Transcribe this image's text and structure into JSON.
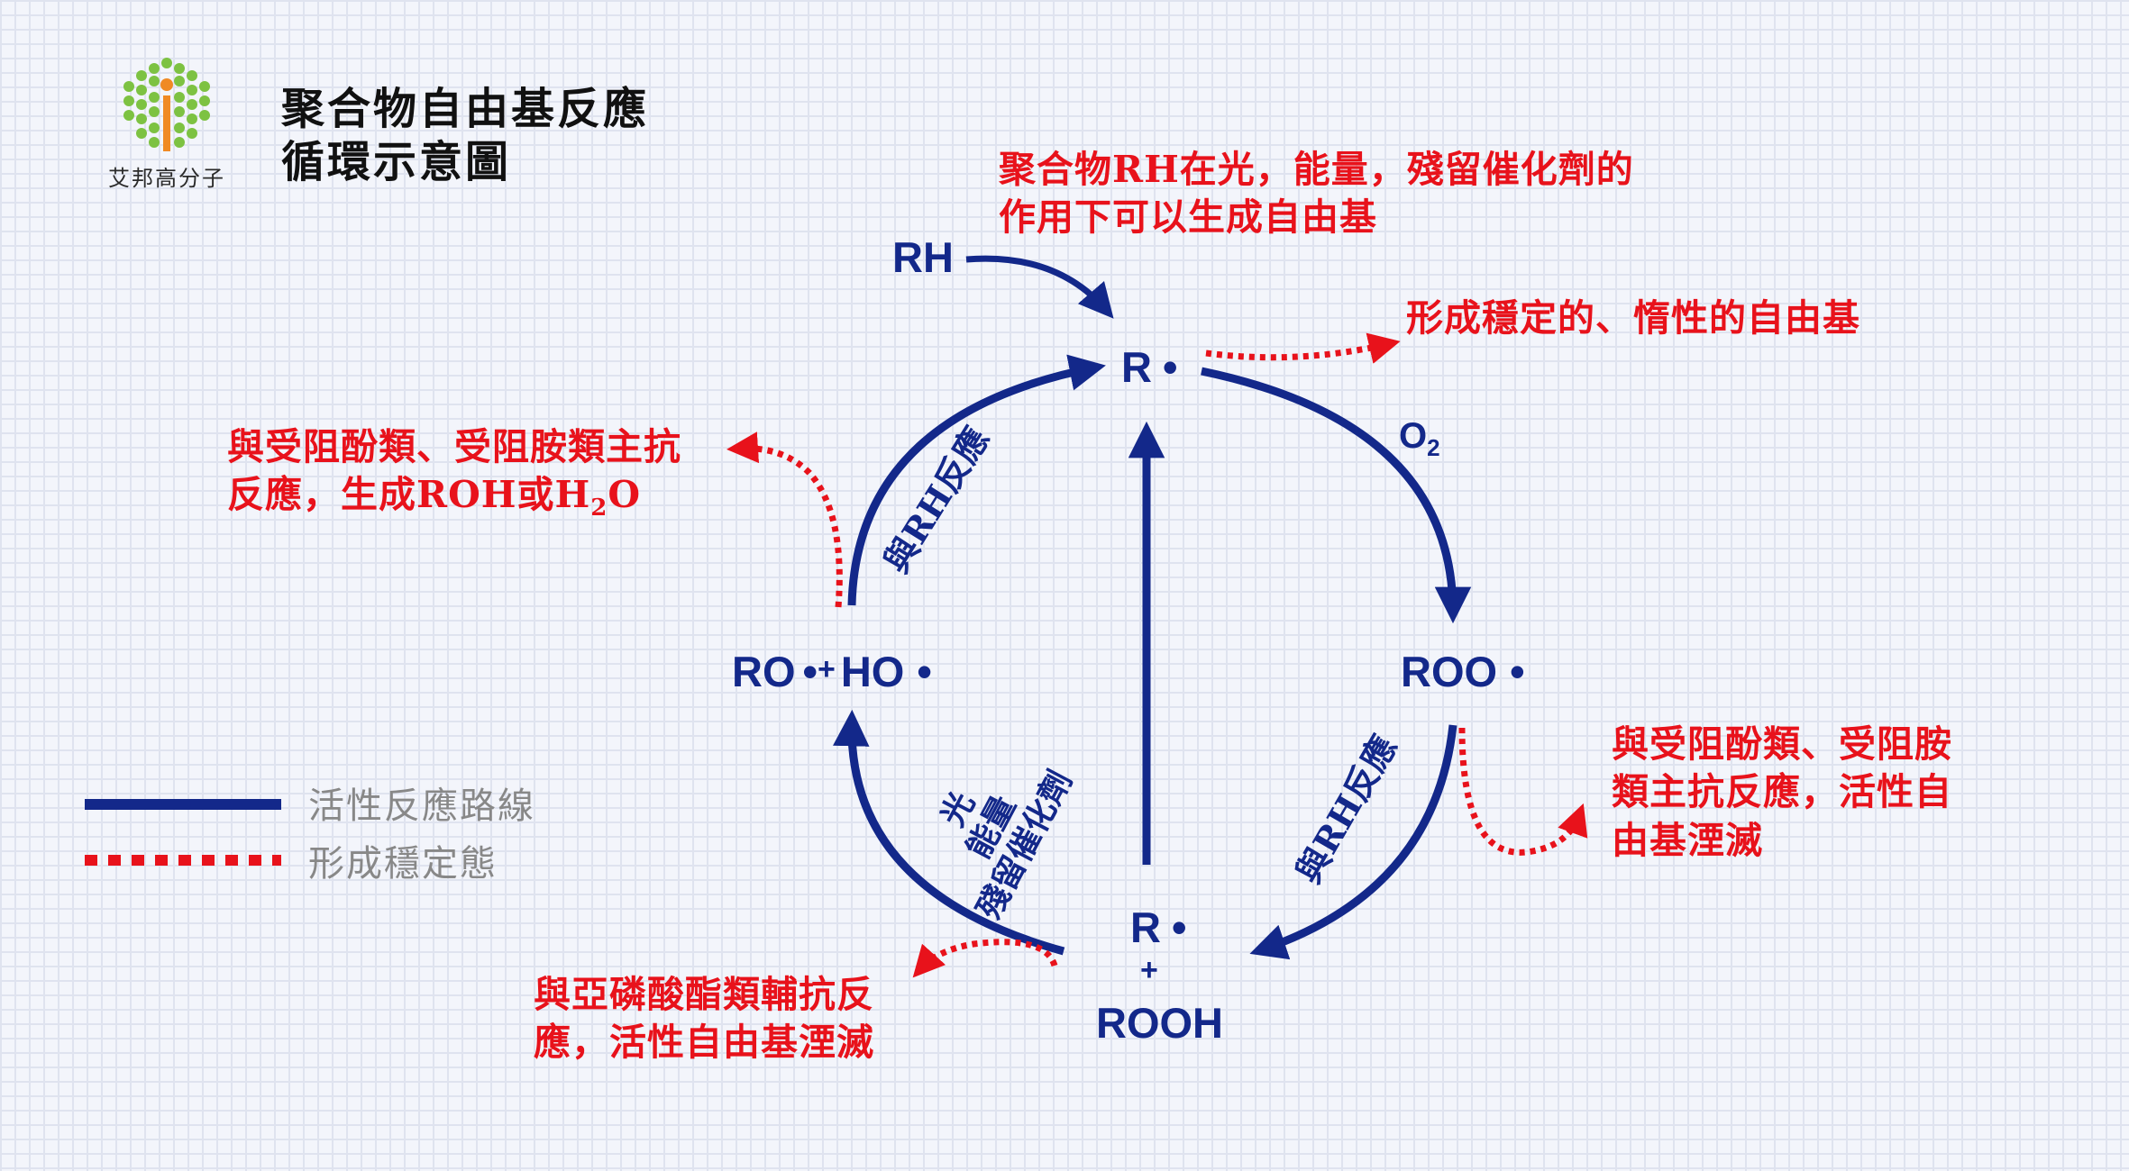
{
  "brand": {
    "name": "艾邦高分子"
  },
  "title": {
    "line1": "聚合物自由基反應",
    "line2": "循環示意圖"
  },
  "nodes": {
    "rh": "RH",
    "r_top": "R",
    "o2": "O",
    "o2_sub": "2",
    "roo": "ROO",
    "ro_ho_1": "RO",
    "ro_ho_plus": "+",
    "ro_ho_2": "HO",
    "r_bottom": "R",
    "bottom_plus": "+",
    "rooh": "ROOH"
  },
  "radical_dot": "•",
  "cycle_labels": {
    "rh_reaction_left": "與RH反應",
    "rh_reaction_right": "與RH反應",
    "catalyst_line1": "光",
    "catalyst_line2": "能量",
    "catalyst_line3": "殘留催化劑"
  },
  "notes": {
    "top_line1": "聚合物RH在光，能量，殘留催化劑的",
    "top_line2": "作用下可以生成自由基",
    "stable_radical": "形成穩定的、惰性的自由基",
    "left_line1": "與受阻酚類、受阻胺類主抗",
    "left_line2_pre": "反應，生成ROH或H",
    "left_line2_sub": "2",
    "left_line2_post": "O",
    "right_line1": "與受阻酚類、受阻胺",
    "right_line2": "類主抗反應，活性自",
    "right_line3": "由基湮滅",
    "bottom_line1": "與亞磷酸酯類輔抗反",
    "bottom_line2": "應，活性自由基湮滅"
  },
  "legend": {
    "active": "活性反應路線",
    "stable": "形成穩定態"
  },
  "colors": {
    "active": "#13288a",
    "stable": "#e8121b",
    "grid": "#dfe3ef"
  }
}
